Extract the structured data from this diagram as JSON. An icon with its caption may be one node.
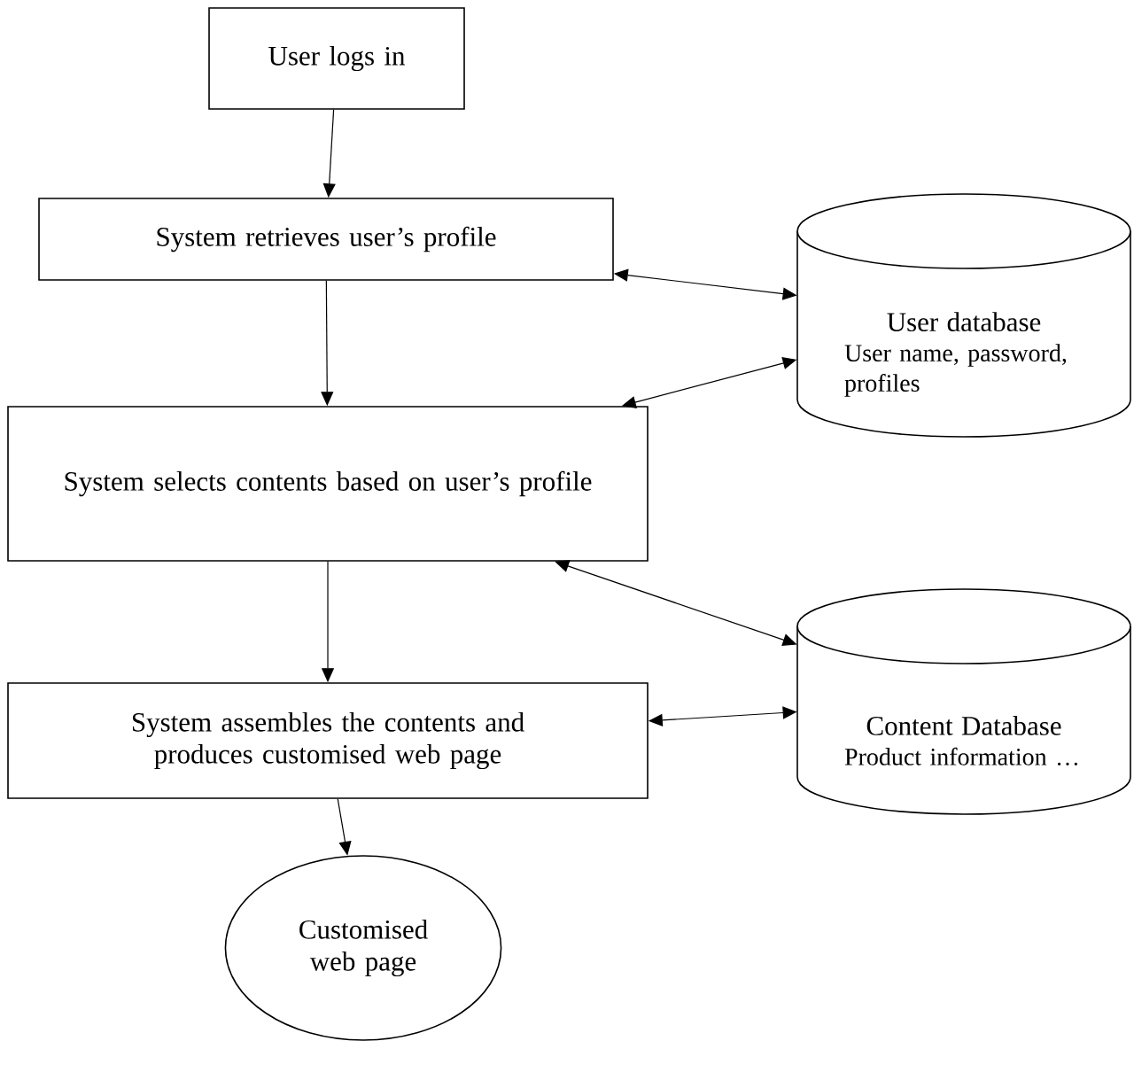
{
  "diagram": {
    "nodes": [
      {
        "text": [
          "User logs in"
        ]
      },
      {
        "text": [
          "System retrieves user’s profile"
        ]
      },
      {
        "text": [
          "System selects contents based on user’s profile"
        ]
      },
      {
        "text": [
          "System assembles the contents and produces customised web page"
        ]
      },
      {
        "text": [
          "Customised web page"
        ]
      },
      {
        "text": [
          "User database",
          "User name, password, profiles"
        ]
      },
      {
        "text": [
          "Content Database",
          "Product information …"
        ]
      }
    ],
    "edges": [
      {
        "from": 0,
        "to": 1,
        "arrow": "to"
      },
      {
        "from": 1,
        "to": 2,
        "arrow": "to"
      },
      {
        "from": 2,
        "to": 3,
        "arrow": "to"
      },
      {
        "from": 3,
        "to": 4,
        "arrow": "to"
      },
      {
        "from": 1,
        "to": 5,
        "arrow": "both"
      },
      {
        "from": 2,
        "to": 5,
        "arrow": "both"
      },
      {
        "from": 2,
        "to": 6,
        "arrow": "both"
      },
      {
        "from": 3,
        "to": 6,
        "arrow": "both"
      }
    ]
  }
}
